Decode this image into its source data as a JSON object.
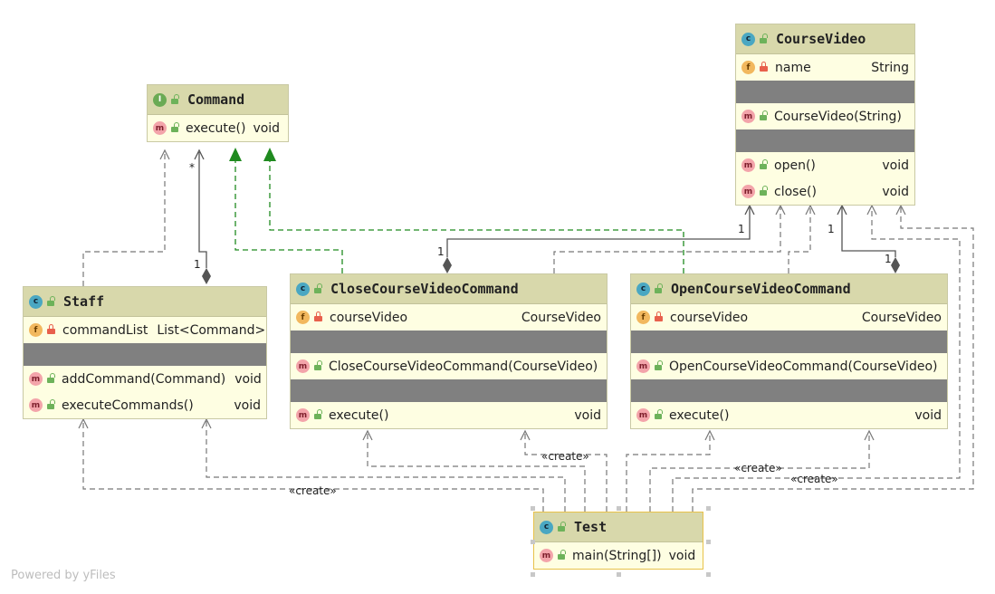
{
  "classes": {
    "command": {
      "kind": "I",
      "name": "Command",
      "methods": [
        {
          "name": "execute()",
          "type": "void"
        }
      ]
    },
    "course_video": {
      "kind": "c",
      "name": "CourseVideo",
      "fields": [
        {
          "name": "name",
          "type": "String"
        }
      ],
      "constructors": [
        {
          "name": "CourseVideo(String)"
        }
      ],
      "methods": [
        {
          "name": "open()",
          "type": "void"
        },
        {
          "name": "close()",
          "type": "void"
        }
      ]
    },
    "staff": {
      "kind": "c",
      "name": "Staff",
      "fields": [
        {
          "name": "commandList",
          "type": "List<Command>"
        }
      ],
      "methods": [
        {
          "name": "addCommand(Command)",
          "type": "void"
        },
        {
          "name": "executeCommands()",
          "type": "void"
        }
      ]
    },
    "close_cmd": {
      "kind": "c",
      "name": "CloseCourseVideoCommand",
      "fields": [
        {
          "name": "courseVideo",
          "type": "CourseVideo"
        }
      ],
      "constructors": [
        {
          "name": "CloseCourseVideoCommand(CourseVideo)"
        }
      ],
      "methods": [
        {
          "name": "execute()",
          "type": "void"
        }
      ]
    },
    "open_cmd": {
      "kind": "c",
      "name": "OpenCourseVideoCommand",
      "fields": [
        {
          "name": "courseVideo",
          "type": "CourseVideo"
        }
      ],
      "constructors": [
        {
          "name": "OpenCourseVideoCommand(CourseVideo)"
        }
      ],
      "methods": [
        {
          "name": "execute()",
          "type": "void"
        }
      ]
    },
    "test": {
      "kind": "c",
      "name": "Test",
      "methods": [
        {
          "name": "main(String[])",
          "type": "void"
        }
      ]
    }
  },
  "edge_labels": {
    "star": "*",
    "staff_mult": "1",
    "close_mult": "1",
    "cv_mult_left": "1",
    "cv_mult_right": "1",
    "open_mult": "1",
    "create_close": "«create»",
    "create_open": "«create»",
    "create_cv": "«create»",
    "create_staff": "«create»"
  },
  "badges": {
    "class": "c",
    "interface": "I",
    "field": "f",
    "method": "m"
  },
  "colors": {
    "header": "#d8d8ab",
    "body": "#fefee2",
    "realization": "#1f8a1f",
    "association": "#555555",
    "dependency": "#777777",
    "selection": "#e8c24a"
  },
  "footer": "Powered by yFiles"
}
